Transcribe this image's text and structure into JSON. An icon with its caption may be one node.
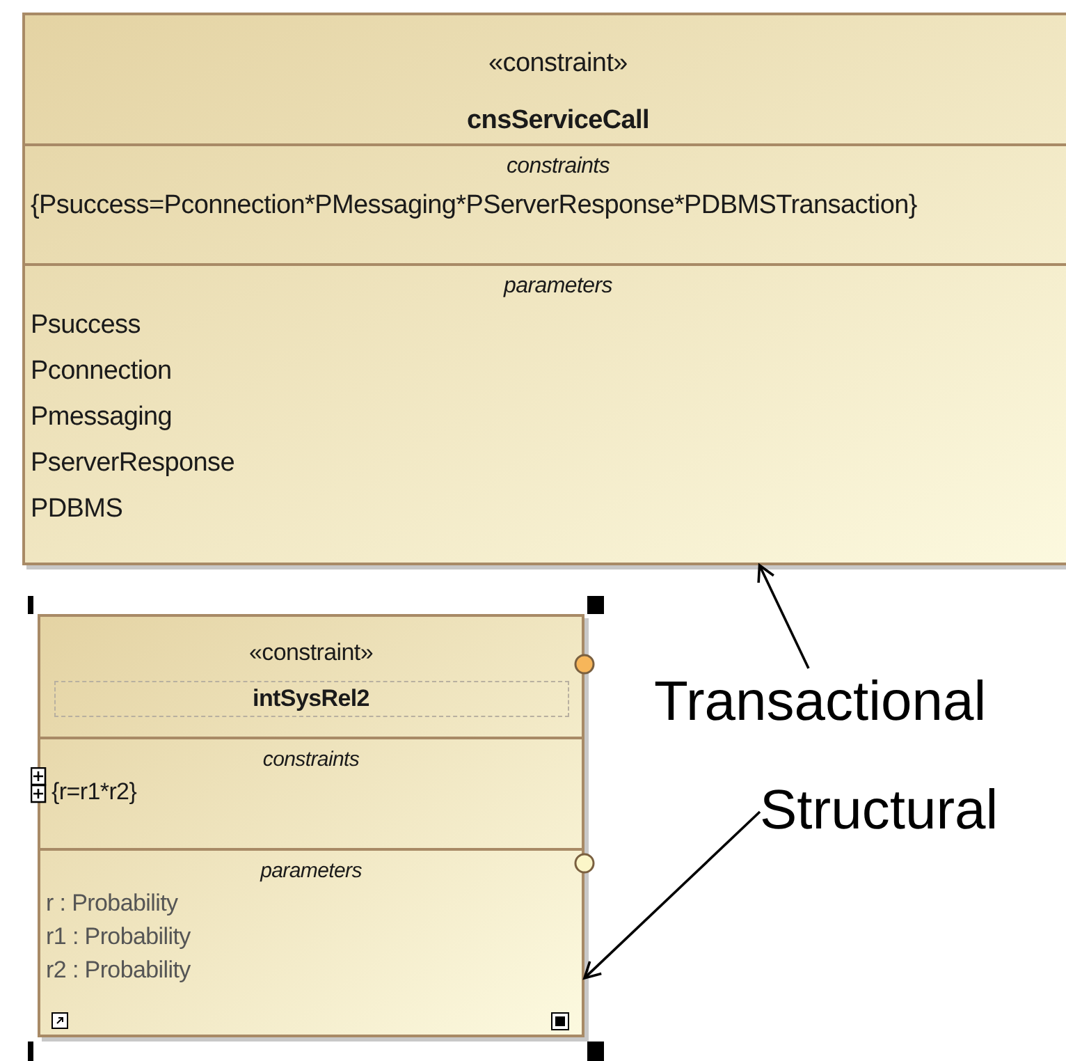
{
  "diagram": {
    "nodes": [
      {
        "text": [
          "«constraint»",
          "cnsServiceCall",
          "constraints",
          "{Psuccess=Pconnection*PMessaging*PServerResponse*PDBMSTransaction}",
          "parameters",
          "Psuccess",
          "Pconnection",
          "Pmessaging",
          "PserverResponse",
          "PDBMS"
        ]
      },
      {
        "text": [
          "«constraint»",
          "intSysRel2",
          "constraints",
          "{r=r1*r2}",
          "parameters",
          "r : Probability",
          "r1 : Probability",
          "r2 : Probability"
        ]
      },
      {
        "text": [
          "Transactional"
        ]
      },
      {
        "text": [
          "Structural"
        ]
      }
    ],
    "edges": [
      {
        "from": 2,
        "to": 0,
        "arrow": "to"
      },
      {
        "from": 3,
        "to": 1,
        "arrow": "to"
      }
    ]
  }
}
